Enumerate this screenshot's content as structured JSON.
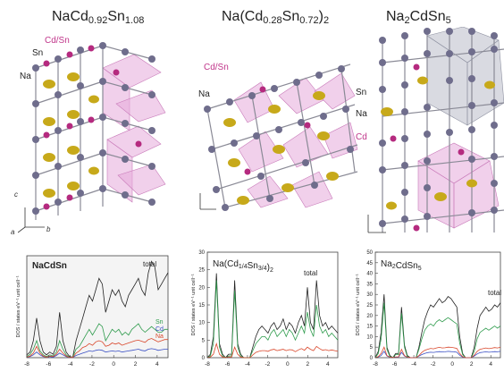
{
  "panels": [
    {
      "title_main": "NaCd",
      "title_sub1": "0.92",
      "title_mid": "Sn",
      "title_sub2": "1.08",
      "labels": {
        "cdsn": "Cd/Sn",
        "sn": "Sn",
        "na": "Na"
      }
    },
    {
      "title_main": "Na(Cd",
      "title_sub1": "0.28",
      "title_mid": "Sn",
      "title_sub2": "0.72",
      "title_end": ")",
      "title_sub3": "2",
      "labels": {
        "cdsn": "Cd/Sn",
        "na": "Na"
      }
    },
    {
      "title_main": "Na",
      "title_sub1": "2",
      "title_mid": "CdSn",
      "title_sub2": "5",
      "labels": {
        "sn": "Sn",
        "na": "Na",
        "cd": "Cd"
      }
    }
  ],
  "axes_labels": {
    "a": "a",
    "b": "b",
    "c": "c"
  },
  "colors": {
    "sn_atom": "#6f6d8c",
    "na_atom": "#c7a91a",
    "cd_atom": "#b52a7f",
    "polyhedron": "#e6a9db",
    "grey_poly": "#b9bcc8",
    "total": "#222222",
    "green": "#2e9b4c",
    "red": "#d9472b",
    "blue": "#3a4fc4"
  },
  "chart_data": [
    {
      "type": "line",
      "title": "NaCdSn",
      "ylabel": "DOS / states eV⁻¹ unit cell⁻¹",
      "x_ticks": [
        "-8",
        "-6",
        "-4",
        "-2",
        "0",
        "2",
        "4"
      ],
      "y_ticks": [],
      "xlim": [
        -8,
        5
      ],
      "series": [
        {
          "name": "total",
          "color": "#222222",
          "y": [
            0.5,
            1,
            3,
            7,
            3,
            1,
            0.5,
            1,
            0.6,
            2,
            8,
            3,
            1,
            0.2,
            0.1,
            3,
            5,
            7,
            9,
            11,
            10,
            12,
            14,
            13,
            8,
            10,
            12,
            11,
            12,
            10,
            9,
            11,
            12,
            13,
            14,
            12,
            11,
            15,
            17,
            16,
            12,
            13,
            14,
            15
          ]
        },
        {
          "name": "Sn",
          "color": "#2e9b4c",
          "y": [
            0.2,
            0.6,
            1.5,
            3,
            1.2,
            0.5,
            0.2,
            0.5,
            0.3,
            1,
            3,
            1.5,
            0.5,
            0.1,
            0.1,
            1.5,
            2,
            3,
            4,
            5,
            4,
            5,
            6,
            5.5,
            3,
            4,
            5,
            4.5,
            5,
            4,
            4.5,
            4,
            5,
            5.5,
            6,
            5,
            4.5,
            5,
            5.5,
            5,
            4.5,
            4.5,
            5,
            5
          ]
        },
        {
          "name": "Cd",
          "color": "#3a4fc4",
          "y": [
            0.1,
            0.2,
            0.5,
            1,
            0.5,
            0.2,
            0.1,
            0.2,
            0.1,
            0.4,
            0.8,
            0.5,
            0.2,
            0.05,
            0.05,
            0.4,
            0.6,
            0.8,
            1,
            1.2,
            1.1,
            1.3,
            1.4,
            1.3,
            1,
            1.1,
            1.2,
            1.1,
            1.2,
            1,
            1.1,
            1.2,
            1.3,
            1.4,
            1.5,
            1.3,
            1.2,
            1.5,
            1.6,
            1.5,
            1.3,
            1.4,
            1.5,
            1.5
          ]
        },
        {
          "name": "Na",
          "color": "#d9472b",
          "y": [
            0.1,
            0.3,
            0.8,
            2,
            0.8,
            0.3,
            0.1,
            0.3,
            0.2,
            0.6,
            1.5,
            0.8,
            0.3,
            0.05,
            0.05,
            0.8,
            1.2,
            1.8,
            2,
            2.5,
            2.2,
            2.8,
            3,
            2.8,
            2,
            2.2,
            2.6,
            2.4,
            2.6,
            2.2,
            2.4,
            2.6,
            2.8,
            3,
            3.1,
            2.9,
            2.7,
            3.2,
            3.4,
            3.1,
            2.8,
            3,
            3.2,
            3.2
          ]
        }
      ]
    },
    {
      "type": "line",
      "title_main": "Na(Cd",
      "title_sub1": "1/4",
      "title_mid": "Sn",
      "title_sub2": "3/4",
      "title_end": ")",
      "title_sub3": "2",
      "ylabel": "DOS / states eV⁻¹ unit cell⁻¹",
      "x_ticks": [
        "-8",
        "-6",
        "-4",
        "-2",
        "0",
        "2",
        "4"
      ],
      "y_ticks": [
        "0",
        "5",
        "10",
        "15",
        "20",
        "25",
        "30"
      ],
      "xlim": [
        -8,
        5
      ],
      "ylim": [
        0,
        30
      ],
      "series": [
        {
          "name": "total",
          "color": "#222222",
          "y": [
            0,
            1,
            6,
            24,
            4,
            1,
            0,
            1,
            1,
            22,
            4,
            1,
            0,
            0,
            0,
            3,
            6,
            8,
            9,
            8,
            7,
            9,
            10,
            8,
            9,
            11,
            8,
            10,
            9,
            7,
            10,
            12,
            9,
            20,
            10,
            8,
            22,
            12,
            9,
            10,
            8,
            9,
            8,
            7
          ]
        },
        {
          "name": "",
          "color": "#2e9b4c",
          "y": [
            0,
            0.5,
            4,
            22,
            3,
            0.5,
            0,
            0.5,
            0.5,
            19,
            3,
            0.5,
            0,
            0,
            0,
            2,
            4,
            5,
            6,
            6,
            5,
            7,
            8,
            6,
            7,
            8,
            6,
            8,
            7,
            5,
            7,
            9,
            7,
            13,
            8,
            6,
            15,
            9,
            7,
            8,
            6,
            7,
            6,
            5
          ]
        },
        {
          "name": "",
          "color": "#d9472b",
          "y": [
            0,
            0.2,
            1,
            4,
            1,
            0.2,
            0,
            0.2,
            0.2,
            3,
            1,
            0.2,
            0,
            0,
            0,
            0.8,
            1.5,
            1.8,
            2,
            2,
            1.8,
            2.2,
            2.4,
            2,
            2.2,
            2.4,
            2,
            2.3,
            2.2,
            1.7,
            2.2,
            2.6,
            2.1,
            3,
            2.4,
            2,
            3.2,
            2.6,
            2.1,
            2.3,
            2,
            2.2,
            2,
            1.8
          ]
        }
      ]
    },
    {
      "type": "line",
      "title_main": "Na",
      "title_sub1": "2",
      "title_mid": "CdSn",
      "title_sub2": "5",
      "ylabel": "DOS / states eV⁻¹ unit cell⁻¹",
      "x_ticks": [
        "-8",
        "-6",
        "-4",
        "-2",
        "0",
        "2",
        "4"
      ],
      "y_ticks": [
        "0",
        "5",
        "10",
        "15",
        "20",
        "25",
        "30",
        "35",
        "40",
        "45",
        "50"
      ],
      "xlim": [
        -8,
        5
      ],
      "ylim": [
        0,
        50
      ],
      "series": [
        {
          "name": "total",
          "color": "#222222",
          "y": [
            0,
            3,
            12,
            30,
            5,
            1,
            0,
            2,
            2,
            24,
            6,
            1,
            0,
            0,
            0,
            5,
            12,
            18,
            22,
            25,
            24,
            26,
            28,
            26,
            27,
            29,
            28,
            26,
            24,
            10,
            2,
            0,
            0,
            0,
            5,
            14,
            20,
            22,
            24,
            22,
            23,
            25,
            24,
            26
          ]
        },
        {
          "name": "",
          "color": "#2e9b4c",
          "y": [
            0,
            2,
            9,
            26,
            4,
            0.5,
            0,
            1.5,
            1.5,
            21,
            5,
            0.5,
            0,
            0,
            0,
            4,
            9,
            13,
            15,
            16,
            15,
            17,
            18,
            17,
            18,
            19,
            18,
            17,
            16,
            7,
            1.5,
            0,
            0,
            0,
            3,
            9,
            12,
            13,
            14,
            13,
            14,
            15,
            14,
            15
          ]
        },
        {
          "name": "",
          "color": "#3a4fc4",
          "y": [
            0,
            0.3,
            1,
            3,
            0.8,
            0.2,
            0,
            0.2,
            0.2,
            2.5,
            0.8,
            0.2,
            0,
            0,
            0,
            0.8,
            1.5,
            2,
            2.4,
            2.6,
            2.5,
            2.7,
            2.9,
            2.7,
            2.8,
            3,
            2.9,
            2.8,
            2.6,
            1.2,
            0.3,
            0,
            0,
            0,
            0.8,
            1.8,
            2.4,
            2.6,
            2.8,
            2.6,
            2.7,
            2.9,
            2.8,
            3
          ]
        },
        {
          "name": "",
          "color": "#d9472b",
          "y": [
            0,
            0.5,
            2,
            5,
            1,
            0.3,
            0,
            0.4,
            0.4,
            4,
            1,
            0.3,
            0,
            0,
            0,
            1,
            2.5,
            3.5,
            4,
            4.4,
            4.2,
            4.6,
            4.9,
            4.6,
            4.7,
            5,
            4.9,
            4.7,
            4.4,
            2,
            0.5,
            0,
            0,
            0,
            1.2,
            3,
            4,
            4.3,
            4.6,
            4.3,
            4.5,
            4.8,
            4.6,
            4.9
          ]
        }
      ]
    }
  ]
}
